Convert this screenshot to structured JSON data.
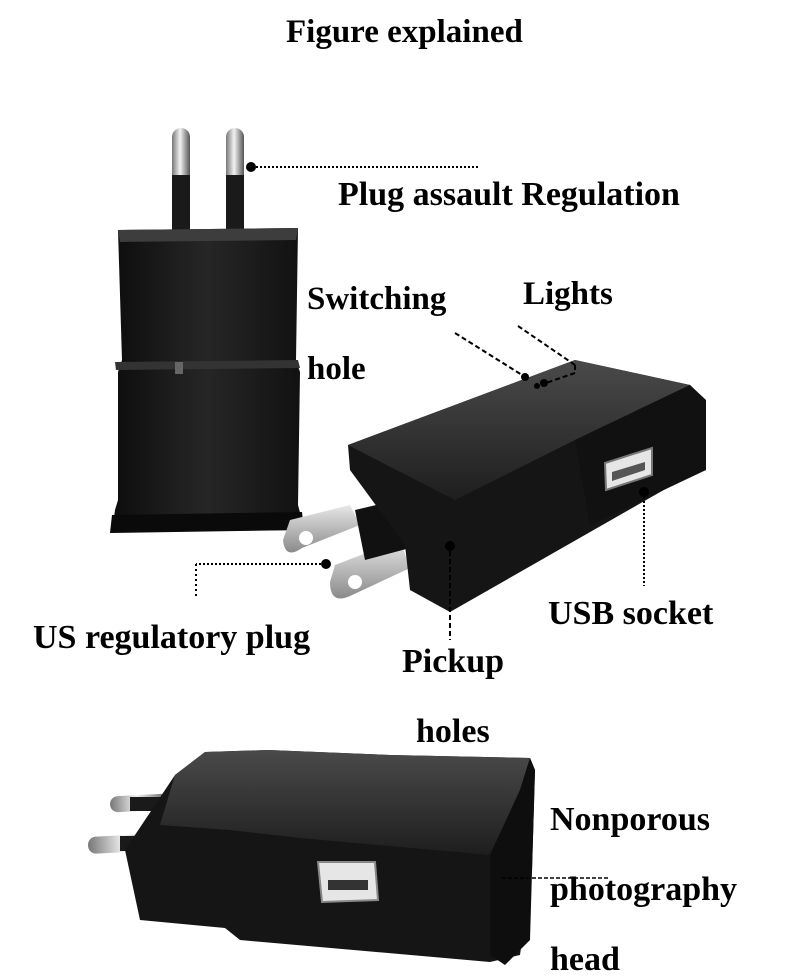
{
  "title": "Figure explained",
  "labels": {
    "eu_plug": "Plug assault Regulation",
    "switching_hole_line1": "Switching",
    "switching_hole_line2": "hole",
    "lights": "Lights",
    "us_plug": "US regulatory plug",
    "pickup_holes_line1": "Pickup",
    "pickup_holes_line2": "holes",
    "usb_socket": "USB socket",
    "camera_line1": "Nonporous",
    "camera_line2": "photography",
    "camera_line3": "head"
  },
  "colors": {
    "body": "#1a1a1a",
    "body_highlight": "#3a3a3a",
    "metal": "#c8c8c8",
    "leader": "#000000"
  }
}
